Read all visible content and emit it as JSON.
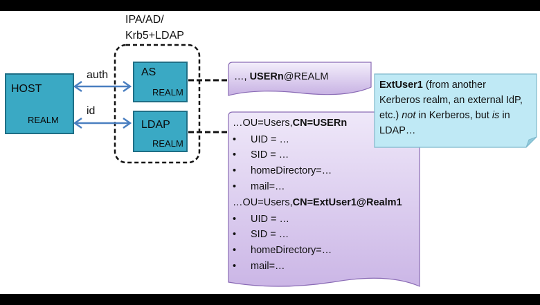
{
  "top_label": {
    "line1": "IPA/AD/",
    "line2": "Krb5+LDAP"
  },
  "host": {
    "title": "HOST",
    "realm": "REALM"
  },
  "as_box": {
    "title": "AS",
    "realm": "REALM"
  },
  "ldap_box": {
    "title": "LDAP",
    "realm": "REALM"
  },
  "arrows": {
    "auth": "auth",
    "id": "id"
  },
  "principal_doc": {
    "prefix": "…, ",
    "user": "USERn",
    "suffix": "@REALM"
  },
  "ldap_doc": {
    "entry1_prefix": "…OU=Users,",
    "entry1_cn": "CN=USERn",
    "entry1_attrs": [
      "UID = …",
      "SID = …",
      "homeDirectory=…",
      "mail=…"
    ],
    "entry2_prefix": "…OU=Users,",
    "entry2_cn": "CN=ExtUser1@Realm1",
    "entry2_attrs": [
      "UID = …",
      "SID = …",
      "homeDirectory=…",
      "mail=…"
    ]
  },
  "callout": {
    "name": "ExtUser1",
    "text1": " (from another Kerberos realm, an external IdP, etc.) ",
    "not": "not",
    "text2": " in Kerberos, but ",
    "is": "is",
    "text3": " in LDAP…"
  },
  "colors": {
    "box_fill": "#3aa9c4",
    "box_border": "#1f6f86",
    "arrow": "#4a7fc0",
    "doc_fill": "#cdb8e6",
    "doc_border": "#8a6bb5",
    "callout_fill": "#bfe9f5",
    "callout_border": "#7fb9cc"
  }
}
